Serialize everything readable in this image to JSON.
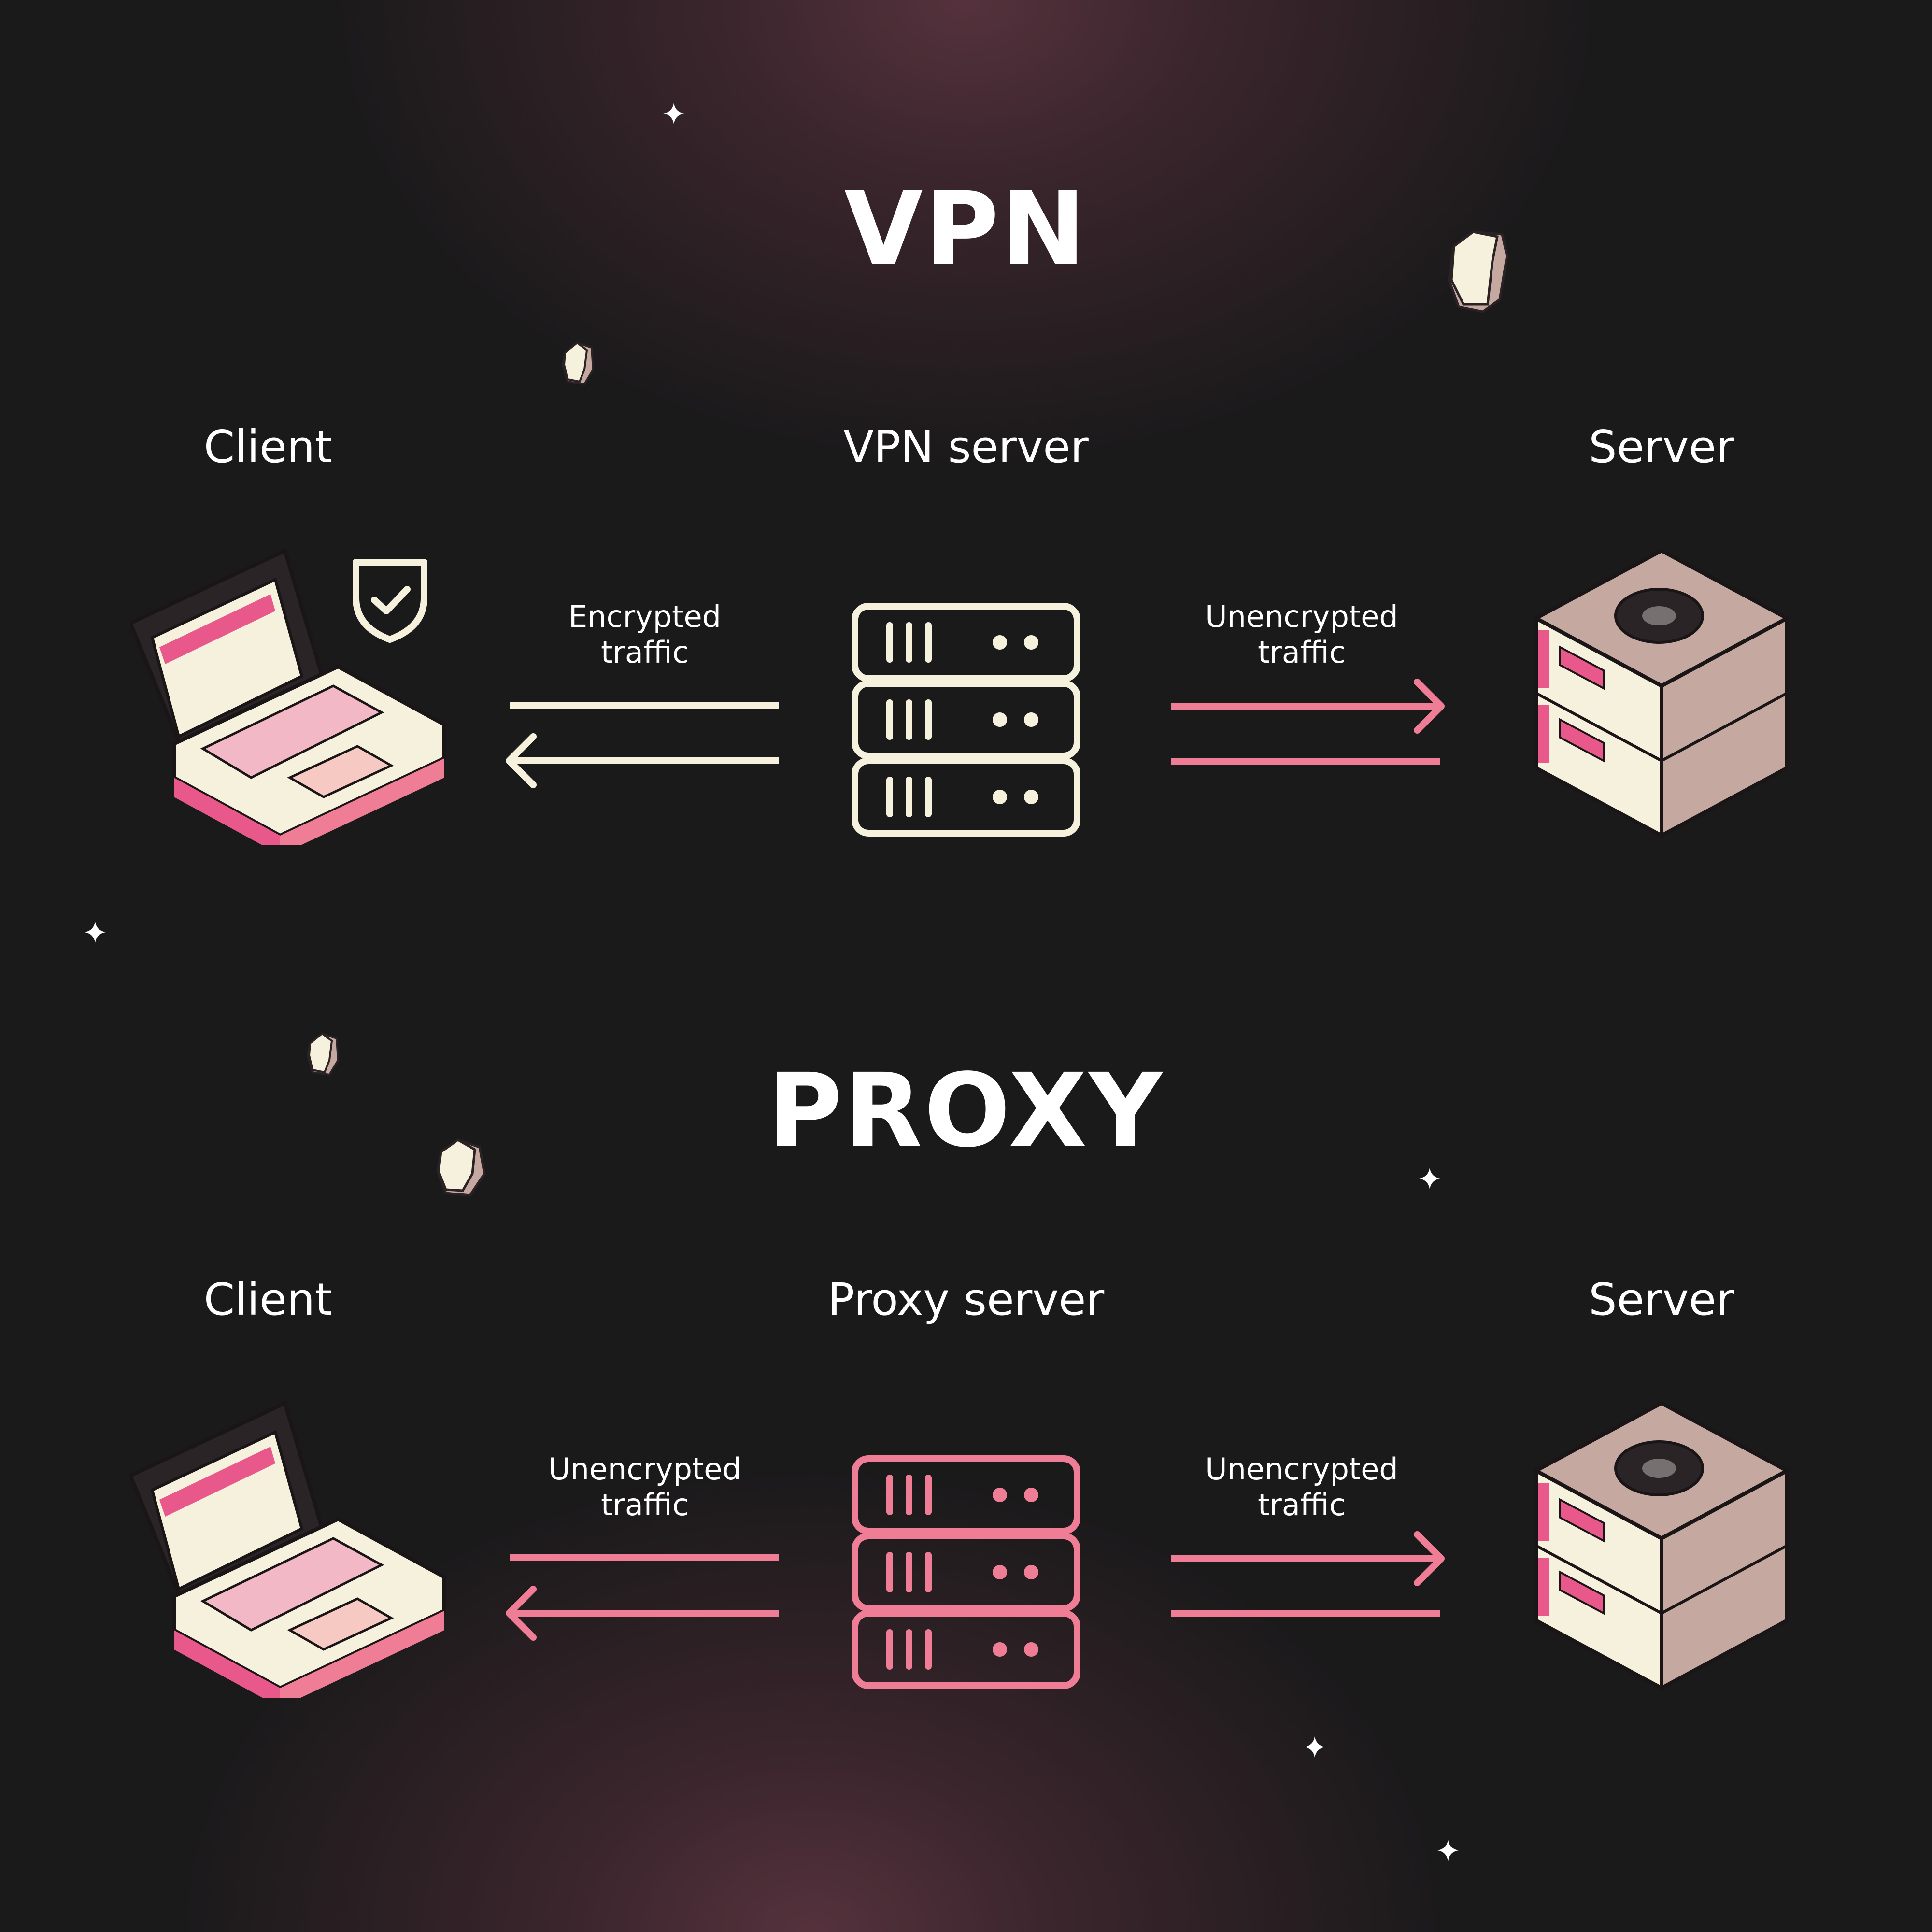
{
  "colors": {
    "cream": "#f6f1dc",
    "pink": "#ee7d95",
    "hot_pink": "#e8588a",
    "beige": "#c5a8a0",
    "background": "#1b1a1b"
  },
  "vpn": {
    "title": "VPN",
    "client_label": "Client",
    "middle_label": "VPN server",
    "server_label": "Server",
    "left_traffic": {
      "line1": "Encrypted",
      "line2": "traffic"
    },
    "right_traffic": {
      "line1": "Unencrypted",
      "line2": "traffic"
    }
  },
  "proxy": {
    "title": "PROXY",
    "client_label": "Client",
    "middle_label": "Proxy server",
    "server_label": "Server",
    "left_traffic": {
      "line1": "Unencrypted",
      "line2": "traffic"
    },
    "right_traffic": {
      "line1": "Unencrypted",
      "line2": "traffic"
    }
  },
  "icons": [
    "laptop-icon",
    "shield-check-icon",
    "server-rack-icon",
    "server-box-icon",
    "sparkle-icon",
    "rock-icon"
  ]
}
